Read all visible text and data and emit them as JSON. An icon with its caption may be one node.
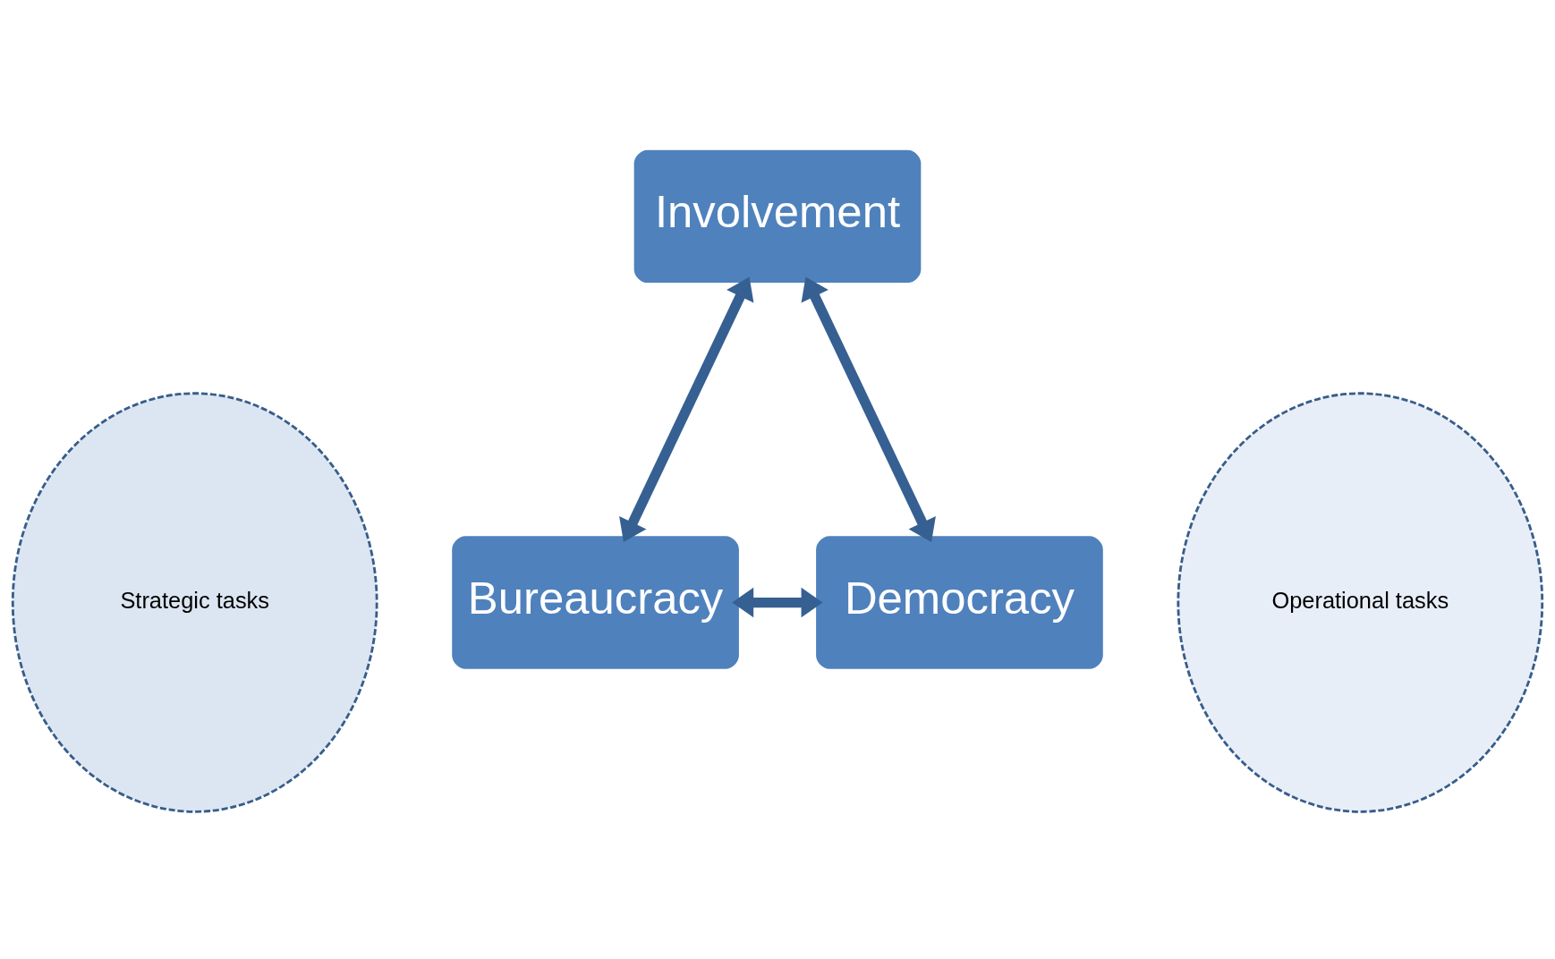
{
  "diagram": {
    "nodes": [
      {
        "text": [
          "Strategic tasks"
        ]
      },
      {
        "text": [
          "Operational tasks"
        ]
      },
      {
        "text": [
          "Involvement"
        ]
      },
      {
        "text": [
          "Bureaucracy"
        ]
      },
      {
        "text": [
          "Democracy"
        ]
      }
    ],
    "edges": [
      {
        "from": 2,
        "to": 3,
        "arrow": "both"
      },
      {
        "from": 2,
        "to": 4,
        "arrow": "both"
      },
      {
        "from": 3,
        "to": 4,
        "arrow": "both"
      }
    ]
  }
}
